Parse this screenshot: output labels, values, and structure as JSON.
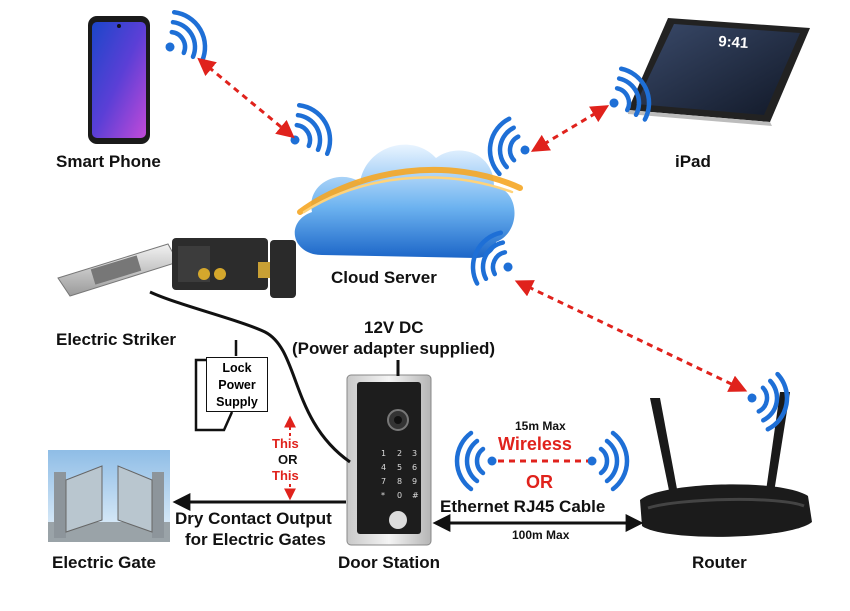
{
  "labels": {
    "smart_phone": "Smart Phone",
    "ipad": "iPad",
    "cloud_server": "Cloud Server",
    "electric_striker": "Electric Striker",
    "power_title": "12V DC",
    "power_sub": "(Power adapter supplied)",
    "lock_power_1": "Lock",
    "lock_power_2": "Power",
    "lock_power_3": "Supply",
    "this_top": "This",
    "or_mid": "OR",
    "this_bottom": "This",
    "dry_contact_1": "Dry Contact Output",
    "dry_contact_2": "for Electric Gates",
    "electric_gate": "Electric Gate",
    "door_station": "Door Station",
    "router": "Router",
    "wireless_max": "15m Max",
    "wireless": "Wireless",
    "or": "OR",
    "ethernet": "Ethernet RJ45 Cable",
    "ethernet_max": "100m Max"
  },
  "ipad_screen": {
    "time": "9:41"
  },
  "colors": {
    "wifi": "#1e6fd6",
    "dotted_link": "#e0221c",
    "cloud": "#3d8fe0",
    "accent_orange": "#f5a623"
  }
}
